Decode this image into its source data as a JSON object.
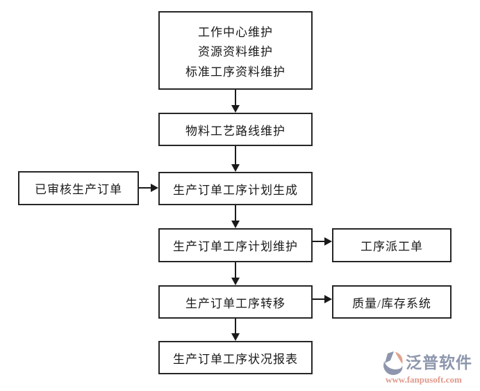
{
  "diagram": {
    "nodes": {
      "master_data": {
        "lines": [
          "工作中心维护",
          "资源资料维护",
          "标准工序资料维护"
        ]
      },
      "routing_maintenance": {
        "label": "物料工艺路线维护"
      },
      "approved_production_order": {
        "label": "已审核生产订单"
      },
      "process_plan_generation": {
        "label": "生产订单工序计划生成"
      },
      "process_plan_maintenance": {
        "label": "生产订单工序计划维护"
      },
      "process_dispatch_order": {
        "label": "工序派工单"
      },
      "process_transfer": {
        "label": "生产订单工序转移"
      },
      "quality_inventory_system": {
        "label": "质量/库存系统"
      },
      "process_status_report": {
        "label": "生产订单工序状况报表"
      }
    },
    "colors": {
      "box_border": "#262626",
      "box_background": "#ffffff",
      "arrow": "#1a1a1a",
      "text": "#1a1a1a"
    }
  },
  "watermark": {
    "brand": "泛普软件",
    "url": "www.fanpusoft.com",
    "brand_color": "#8d96ac",
    "url_color": "#e0998c",
    "icon_accent_color": "#e0a28c"
  }
}
